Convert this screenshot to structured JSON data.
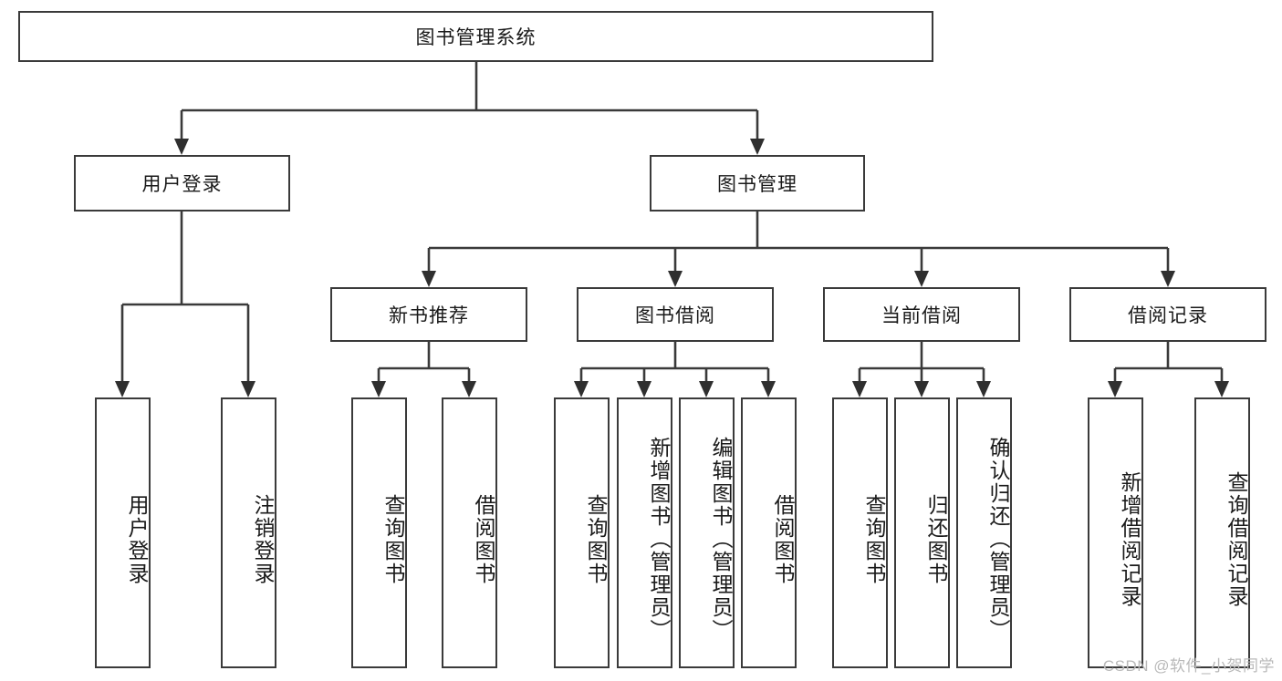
{
  "diagram": {
    "type": "tree-hierarchy-chart",
    "title": "图书管理系统",
    "stroke_color": "#3a3a3a",
    "fill_color": "#ffffff",
    "text_color": "#1a1a1a",
    "root": {
      "label": "图书管理系统"
    },
    "level2": [
      {
        "label": "用户登录"
      },
      {
        "label": "图书管理"
      }
    ],
    "level3": [
      {
        "label": "新书推荐"
      },
      {
        "label": "图书借阅"
      },
      {
        "label": "当前借阅"
      },
      {
        "label": "借阅记录"
      }
    ],
    "leaves": {
      "user_login": [
        {
          "label": "用户登录"
        },
        {
          "label": "注销登录"
        }
      ],
      "new_book_recommend": [
        {
          "label": "查询图书"
        },
        {
          "label": "借阅图书"
        }
      ],
      "book_borrow": [
        {
          "label": "查询图书"
        },
        {
          "label": "新增图书（管理员）"
        },
        {
          "label": "编辑图书（管理员）"
        },
        {
          "label": "借阅图书"
        }
      ],
      "current_borrow": [
        {
          "label": "查询图书"
        },
        {
          "label": "归还图书"
        },
        {
          "label": "确认归还（管理员）"
        }
      ],
      "borrow_record": [
        {
          "label": "新增借阅记录"
        },
        {
          "label": "查询借阅记录"
        }
      ]
    },
    "watermark": "CSDN @软件_小贺同学"
  }
}
